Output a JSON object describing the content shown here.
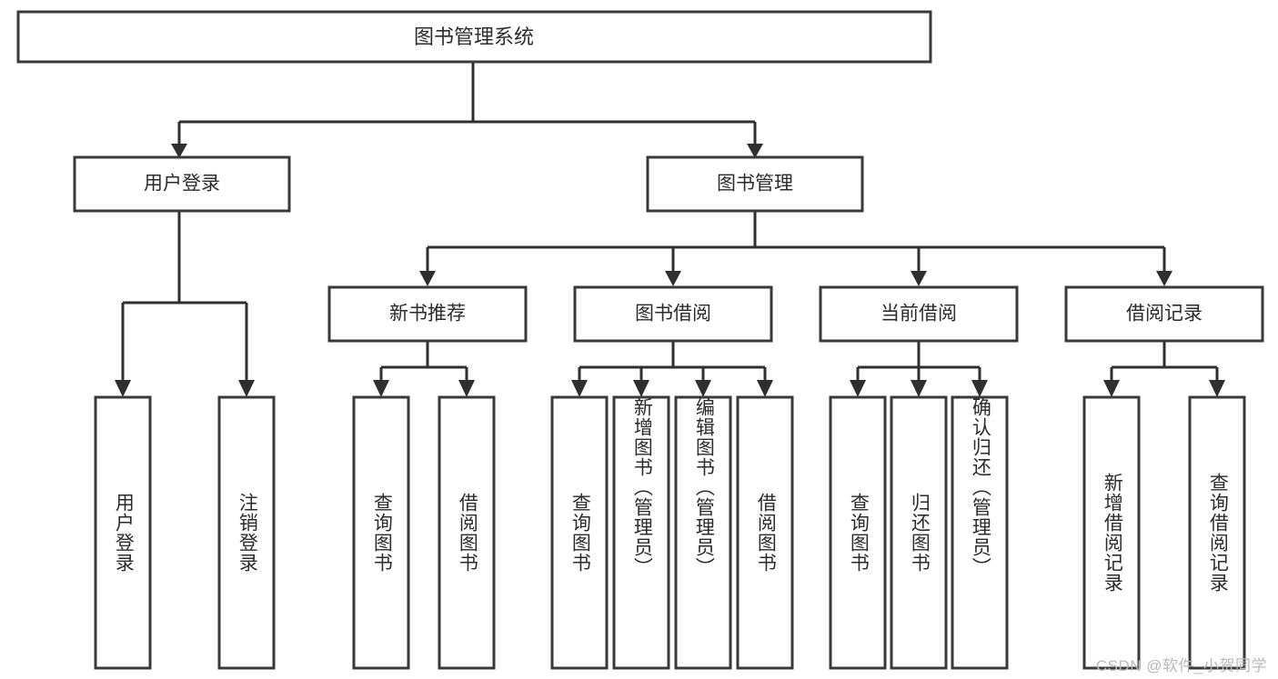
{
  "diagram": {
    "type": "tree",
    "title": "图书管理系统",
    "root": {
      "label": "图书管理系统"
    },
    "level1": [
      {
        "label": "用户登录"
      },
      {
        "label": "图书管理"
      }
    ],
    "level2": [
      {
        "label": "新书推荐"
      },
      {
        "label": "图书借阅"
      },
      {
        "label": "当前借阅"
      },
      {
        "label": "借阅记录"
      }
    ],
    "leaves": {
      "user_login": [
        {
          "label": "用户登录"
        },
        {
          "label": "注销登录"
        }
      ],
      "new_book_recommend": [
        {
          "label": "查询图书"
        },
        {
          "label": "借阅图书"
        }
      ],
      "book_borrow": [
        {
          "label": "查询图书"
        },
        {
          "label": "新增图书（管理员）"
        },
        {
          "label": "编辑图书（管理员）"
        },
        {
          "label": "借阅图书"
        }
      ],
      "current_borrow": [
        {
          "label": "查询图书"
        },
        {
          "label": "归还图书"
        },
        {
          "label": "确认归还（管理员）"
        }
      ],
      "borrow_record": [
        {
          "label": "新增借阅记录"
        },
        {
          "label": "查询借阅记录"
        }
      ]
    }
  },
  "watermark": {
    "text": "CSDN @软件_小贺同学"
  },
  "colors": {
    "box_stroke": "#3a3a3a",
    "connector": "#2f2f2f",
    "text": "#2b2b2b",
    "background": "#ffffff",
    "watermark": "#b9b9b9"
  }
}
